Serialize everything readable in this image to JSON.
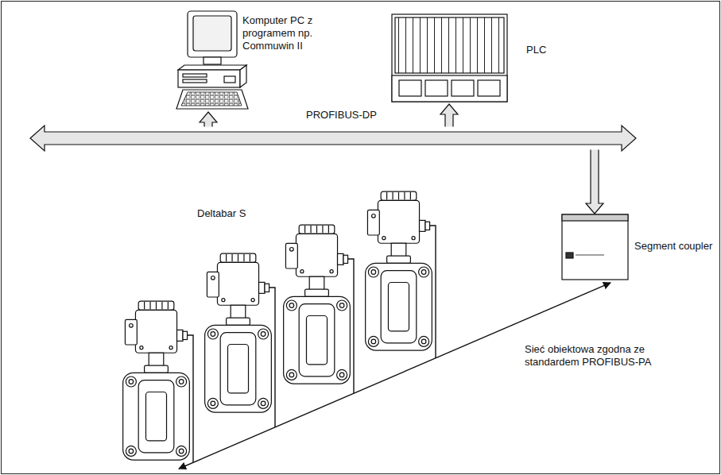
{
  "diagram": {
    "nodes": [
      {
        "text": [
          "Komputer PC z programem np. Commuwin II"
        ]
      },
      {
        "text": [
          "PLC"
        ]
      },
      {
        "text": [
          "PROFIBUS-DP"
        ]
      },
      {
        "text": [
          "Segment coupler"
        ]
      }
    ],
    "edges": [
      {
        "from": 2,
        "to": 0,
        "arrow": "to"
      },
      {
        "from": 2,
        "to": 1,
        "arrow": "to"
      },
      {
        "from": 2,
        "to": 3,
        "arrow": "to"
      }
    ],
    "labels": [
      "Deltabar S",
      "Sieć obiektowa zgodna ze standardem PROFIBUS-PA"
    ]
  }
}
